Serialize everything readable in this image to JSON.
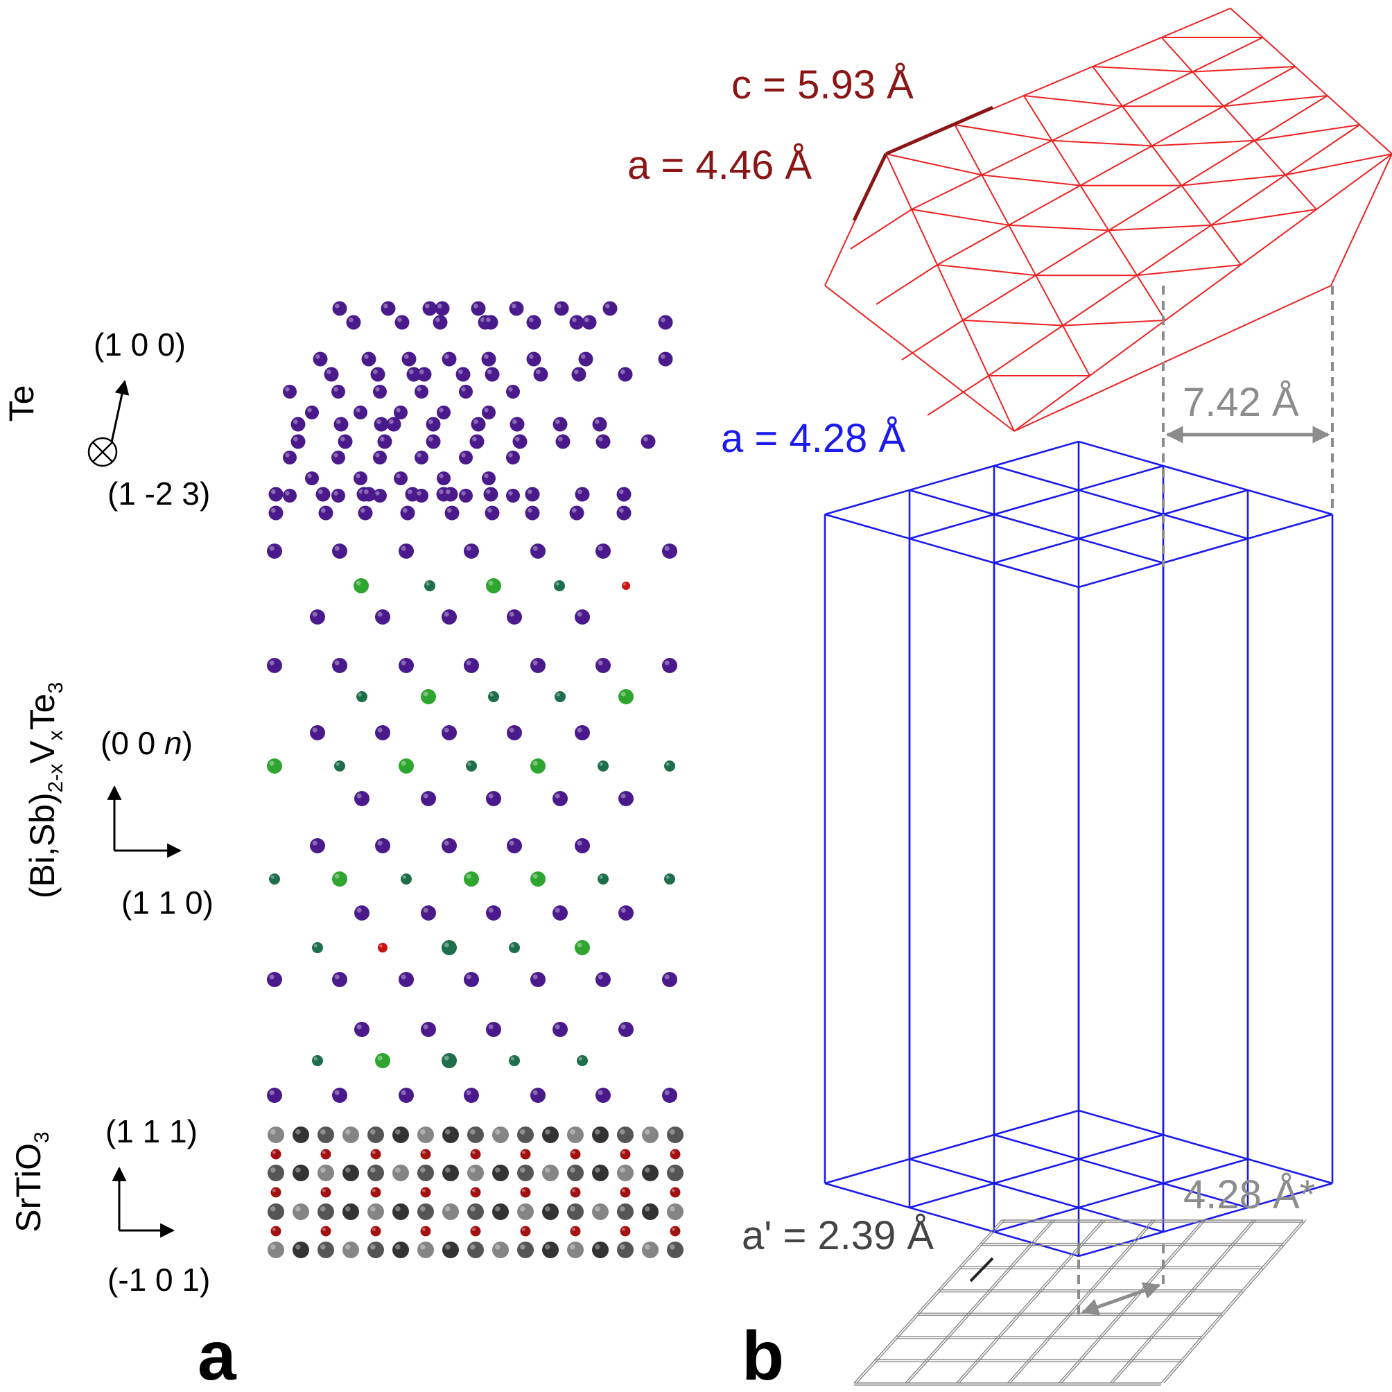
{
  "panel_a": {
    "panel_label": "a",
    "layers": {
      "te": "Te",
      "bsvt": {
        "base": "(Bi,Sb)",
        "sub1": "2-x",
        "mid": "V",
        "sub2": "x",
        "end": "Te",
        "sub3": "3"
      },
      "sto": {
        "base": "SrTiO",
        "sub": "3"
      }
    },
    "axes": {
      "te_up": "(1 0 0)",
      "te_out": "(1 -2 3)",
      "bsvt_up_prefix": "(0 0 ",
      "bsvt_up_var": "n",
      "bsvt_up_suffix": ")",
      "bsvt_right": "(1 1 0)",
      "sto_up": "(1 1 1)",
      "sto_right": "(-1 0 1)"
    },
    "colors": {
      "te": "#4a1a8c",
      "bi": "#2ea52e",
      "sb": "#1d6e4a",
      "v": "#cc1111",
      "sr": "#858585",
      "ti": "#333333",
      "o": "#a31010"
    }
  },
  "panel_b": {
    "panel_label": "b",
    "te_lattice": {
      "c_label": "c = 5.93 Å",
      "a_label": "a = 4.46 Å",
      "color": "#ee2222",
      "label_color": "#8b1515"
    },
    "bsvt_lattice": {
      "a_label": "a = 4.28 Å",
      "color": "#1a1aee"
    },
    "sto_lattice": {
      "a_label": "a' = 2.39 Å",
      "color": "#8a8a8a",
      "label_color": "#444444"
    },
    "dimensions": {
      "d1": "7.42 Å",
      "d2": "4.28 Å*",
      "color": "#8c8c8c"
    }
  }
}
